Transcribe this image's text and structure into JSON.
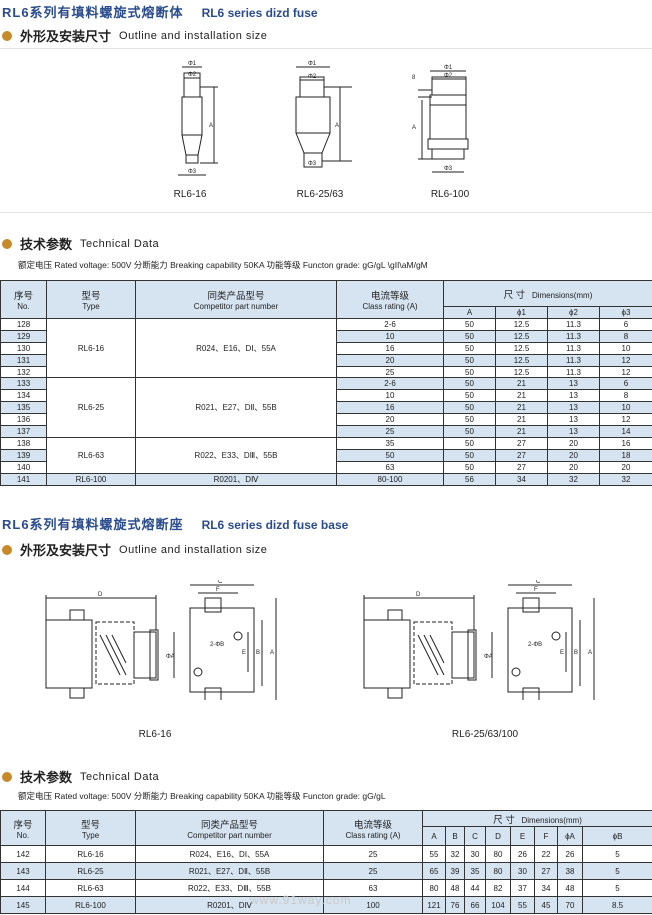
{
  "fuse": {
    "title_cn": "RL6系列有填料螺旋式熔断体",
    "title_en": "RL6 series dizd fuse",
    "outline": {
      "cn": "外形及安装尺寸",
      "en": "Outline  and  installation size"
    },
    "drawings": [
      {
        "caption": "RL6-16",
        "labels": [
          "Φ1",
          "Φ2",
          "A",
          "Φ3"
        ]
      },
      {
        "caption": "RL6-25/63",
        "labels": [
          "Φ1",
          "Φ2",
          "A",
          "Φ3"
        ]
      },
      {
        "caption": "RL6-100",
        "labels": [
          "Φ1",
          "Φ2",
          "8",
          "A",
          "Φ3"
        ]
      }
    ],
    "tech": {
      "cn": "技术参数",
      "en": "Technical Data"
    },
    "spec": "额定电压 Rated voltage: 500V   分断能力 Breaking capability 50KA   功能等级 Functon grade: gG/gL \\gII\\aM/gM",
    "table": {
      "headers": {
        "no_cn": "序号",
        "no_en": "No.",
        "type_cn": "型号",
        "type_en": "Type",
        "comp_cn": "同类产品型号",
        "comp_en": "Competitor part number",
        "class_cn": "电流等级",
        "class_en": "Class rating (A)",
        "dim_cn": "尺 寸",
        "dim_en": "Dimensions(mm)",
        "dims": [
          "A",
          "ϕ1",
          "ϕ2",
          "ϕ3"
        ]
      },
      "groups": [
        {
          "type": "RL6-16",
          "competitor": "R024、E16、DⅠ、55A",
          "rows": [
            [
              "128",
              "2-6",
              "50",
              "12.5",
              "11.3",
              "6"
            ],
            [
              "129",
              "10",
              "50",
              "12.5",
              "11.3",
              "8"
            ],
            [
              "130",
              "16",
              "50",
              "12.5",
              "11.3",
              "10"
            ],
            [
              "131",
              "20",
              "50",
              "12.5",
              "11.3",
              "12"
            ],
            [
              "132",
              "25",
              "50",
              "12.5",
              "11.3",
              "12"
            ]
          ]
        },
        {
          "type": "RL6-25",
          "competitor": "R021、E27、DⅡ、55B",
          "rows": [
            [
              "133",
              "2-6",
              "50",
              "21",
              "13",
              "6"
            ],
            [
              "134",
              "10",
              "50",
              "21",
              "13",
              "8"
            ],
            [
              "135",
              "16",
              "50",
              "21",
              "13",
              "10"
            ],
            [
              "136",
              "20",
              "50",
              "21",
              "13",
              "12"
            ],
            [
              "137",
              "25",
              "50",
              "21",
              "13",
              "14"
            ]
          ]
        },
        {
          "type": "RL6-63",
          "competitor": "R022、E33、DⅢ、55B",
          "rows": [
            [
              "138",
              "35",
              "50",
              "27",
              "20",
              "16"
            ],
            [
              "139",
              "50",
              "50",
              "27",
              "20",
              "18"
            ],
            [
              "140",
              "63",
              "50",
              "27",
              "20",
              "20"
            ]
          ]
        },
        {
          "type": "RL6-100",
          "competitor": "R0201、DⅣ",
          "rows": [
            [
              "141",
              "80-100",
              "56",
              "34",
              "32",
              "32"
            ]
          ]
        }
      ]
    }
  },
  "base": {
    "title_cn": "RL6系列有填料螺旋式熔断座",
    "title_en": "RL6 series dizd fuse base",
    "outline": {
      "cn": "外形及安装尺寸",
      "en": "Outline  and  installation size"
    },
    "drawings": [
      {
        "caption": "RL6-16",
        "labels": [
          "D",
          "ΦA",
          "C",
          "F",
          "2-ΦB",
          "E",
          "B",
          "A"
        ]
      },
      {
        "caption": "RL6-25/63/100",
        "labels": [
          "D",
          "ΦA",
          "C",
          "F",
          "2-ΦB",
          "E",
          "B",
          "A"
        ]
      }
    ],
    "tech": {
      "cn": "技术参数",
      "en": "Technical Data"
    },
    "spec": "额定电压 Rated voltage: 500V   分断能力 Breaking capability 50KA   功能等级 Functon grade: gG/gL",
    "table": {
      "headers": {
        "no_cn": "序号",
        "no_en": "No.",
        "type_cn": "型号",
        "type_en": "Type",
        "comp_cn": "同类产品型号",
        "comp_en": "Competitor part number",
        "class_cn": "电流等级",
        "class_en": "Class rating (A)",
        "dim_cn": "尺 寸",
        "dim_en": "Dimensions(mm)",
        "dims": [
          "A",
          "B",
          "C",
          "D",
          "E",
          "F",
          "ϕA",
          "ϕB"
        ]
      },
      "rows": [
        [
          "142",
          "RL6-16",
          "R024、E16、DⅠ、55A",
          "25",
          "55",
          "32",
          "30",
          "80",
          "26",
          "22",
          "26",
          "5"
        ],
        [
          "143",
          "RL6-25",
          "R021、E27、DⅡ、55B",
          "25",
          "65",
          "39",
          "35",
          "80",
          "30",
          "27",
          "38",
          "5"
        ],
        [
          "144",
          "RL6-63",
          "R022、E33、DⅢ、55B",
          "63",
          "80",
          "48",
          "44",
          "82",
          "37",
          "34",
          "48",
          "5"
        ],
        [
          "145",
          "RL6-100",
          "R0201、DⅣ",
          "100",
          "121",
          "76",
          "66",
          "104",
          "55",
          "45",
          "70",
          "8.5"
        ]
      ]
    }
  },
  "watermark": "www.91way.com",
  "colors": {
    "title": "#2b4c8c",
    "stripe": "#d6e4f2",
    "bullet": "#c8892a"
  }
}
